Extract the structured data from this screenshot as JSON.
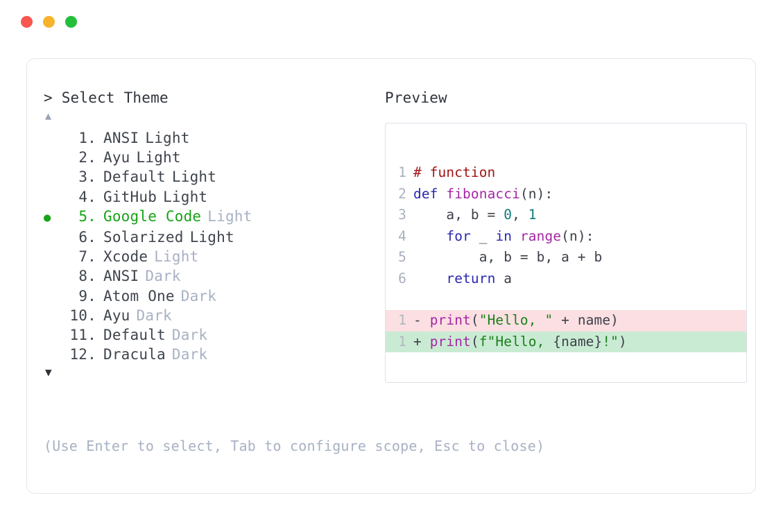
{
  "window": {
    "traffic_lights": [
      {
        "name": "close-button",
        "color": "#f9564f"
      },
      {
        "name": "minimize-button",
        "color": "#f7b32b"
      },
      {
        "name": "maximize-button",
        "color": "#23bf3a"
      }
    ]
  },
  "selector": {
    "caret": ">",
    "prompt": "Select Theme",
    "scroll_up": "▲",
    "scroll_down": "▼",
    "selected_index": 5,
    "bullet": "●",
    "items": [
      {
        "num": "1.",
        "name": "ANSI",
        "variant": "Light",
        "variant_strong": true,
        "selected": false
      },
      {
        "num": "2.",
        "name": "Ayu",
        "variant": "Light",
        "variant_strong": true,
        "selected": false
      },
      {
        "num": "3.",
        "name": "Default",
        "variant": "Light",
        "variant_strong": true,
        "selected": false
      },
      {
        "num": "4.",
        "name": "GitHub",
        "variant": "Light",
        "variant_strong": true,
        "selected": false
      },
      {
        "num": "5.",
        "name": "Google Code",
        "variant": "Light",
        "variant_strong": false,
        "selected": true
      },
      {
        "num": "6.",
        "name": "Solarized",
        "variant": "Light",
        "variant_strong": true,
        "selected": false
      },
      {
        "num": "7.",
        "name": "Xcode",
        "variant": "Light",
        "variant_strong": false,
        "selected": false
      },
      {
        "num": "8.",
        "name": "ANSI",
        "variant": "Dark",
        "variant_strong": false,
        "selected": false
      },
      {
        "num": "9.",
        "name": "Atom One",
        "variant": "Dark",
        "variant_strong": false,
        "selected": false
      },
      {
        "num": "10.",
        "name": "Ayu",
        "variant": "Dark",
        "variant_strong": false,
        "selected": false
      },
      {
        "num": "11.",
        "name": "Default",
        "variant": "Dark",
        "variant_strong": false,
        "selected": false
      },
      {
        "num": "12.",
        "name": "Dracula",
        "variant": "Dark",
        "variant_strong": false,
        "selected": false
      }
    ]
  },
  "preview": {
    "label": "Preview",
    "code_lines": [
      {
        "ln": "1",
        "kind": "code",
        "tokens": [
          {
            "t": "# function",
            "c": "comment"
          }
        ]
      },
      {
        "ln": "2",
        "kind": "code",
        "tokens": [
          {
            "t": "def ",
            "c": "kw"
          },
          {
            "t": "fibonacci",
            "c": "fn"
          },
          {
            "t": "(n):",
            "c": "plain"
          }
        ]
      },
      {
        "ln": "3",
        "kind": "code",
        "tokens": [
          {
            "t": "    a, b = ",
            "c": "plain"
          },
          {
            "t": "0",
            "c": "num"
          },
          {
            "t": ", ",
            "c": "plain"
          },
          {
            "t": "1",
            "c": "num"
          }
        ]
      },
      {
        "ln": "4",
        "kind": "code",
        "tokens": [
          {
            "t": "    ",
            "c": "plain"
          },
          {
            "t": "for",
            "c": "kw"
          },
          {
            "t": " _ ",
            "c": "plain"
          },
          {
            "t": "in",
            "c": "kw"
          },
          {
            "t": " ",
            "c": "plain"
          },
          {
            "t": "range",
            "c": "fn"
          },
          {
            "t": "(n):",
            "c": "plain"
          }
        ]
      },
      {
        "ln": "5",
        "kind": "code",
        "tokens": [
          {
            "t": "        a, b = b, a + b",
            "c": "plain"
          }
        ]
      },
      {
        "ln": "6",
        "kind": "code",
        "tokens": [
          {
            "t": "    ",
            "c": "plain"
          },
          {
            "t": "return",
            "c": "kw"
          },
          {
            "t": " a",
            "c": "plain"
          }
        ]
      },
      {
        "ln": "",
        "kind": "blank",
        "tokens": []
      },
      {
        "ln": "1",
        "kind": "del",
        "tokens": [
          {
            "t": "- ",
            "c": "diffmark"
          },
          {
            "t": "print",
            "c": "fn"
          },
          {
            "t": "(",
            "c": "plain"
          },
          {
            "t": "\"Hello, \"",
            "c": "str"
          },
          {
            "t": " + name)",
            "c": "plain"
          }
        ]
      },
      {
        "ln": "1",
        "kind": "add",
        "tokens": [
          {
            "t": "+ ",
            "c": "diffmark"
          },
          {
            "t": "print",
            "c": "fn"
          },
          {
            "t": "(",
            "c": "plain"
          },
          {
            "t": "f\"Hello, ",
            "c": "str"
          },
          {
            "t": "{name}",
            "c": "plain"
          },
          {
            "t": "!\"",
            "c": "str"
          },
          {
            "t": ")",
            "c": "plain"
          }
        ]
      }
    ]
  },
  "footer": {
    "hint": "(Use Enter to select, Tab to configure scope, Esc to close)"
  },
  "colors": {
    "accent_selected": "#17a317",
    "muted_text": "#a8b1c3",
    "body_text": "#3f444d",
    "diff_add_bg": "#caebd3",
    "diff_del_bg": "#fbdfe3"
  }
}
